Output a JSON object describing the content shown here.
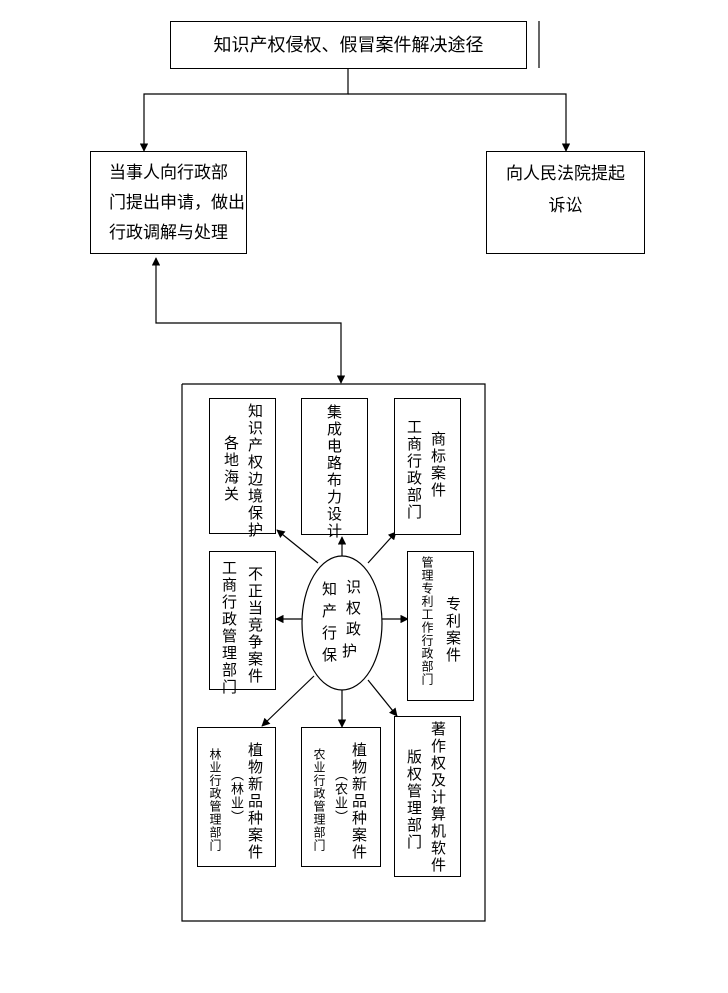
{
  "title": "知识产权侵权、假冒案件解决途径",
  "left_route": [
    "当事人向行政部",
    "门提出申请，做出",
    "行政调解与处理"
  ],
  "right_route": [
    "向人民法院提起",
    "诉讼"
  ],
  "center": {
    "c1": "知",
    "c2": "识",
    "c3": "产",
    "c4": "权",
    "c5": "行",
    "c6": "政",
    "c7": "保",
    "c8": "护"
  },
  "depts": {
    "customs": {
      "c1": "知识产权边境保护",
      "c2": "各地海关"
    },
    "ic": {
      "c1": "集成电路布力设计"
    },
    "trademark": {
      "c1": "商标案件",
      "c2": "工商行政部门"
    },
    "unfair": {
      "c1": "不正当竞争案件",
      "c2": "工商行政管理部门"
    },
    "patent": {
      "c1": "专利案件",
      "c2": "管理专利工作行政部门"
    },
    "forestry": {
      "c1": "植物新品种案件",
      "c2": "（林业）",
      "c3": "林业行政管理部门"
    },
    "agri": {
      "c1": "植物新品种案件",
      "c2": "（农业）",
      "c3": "农业行政管理部门"
    },
    "copyright": {
      "c1": "著作权及计算机软件",
      "c2": "版权管理部门"
    }
  }
}
